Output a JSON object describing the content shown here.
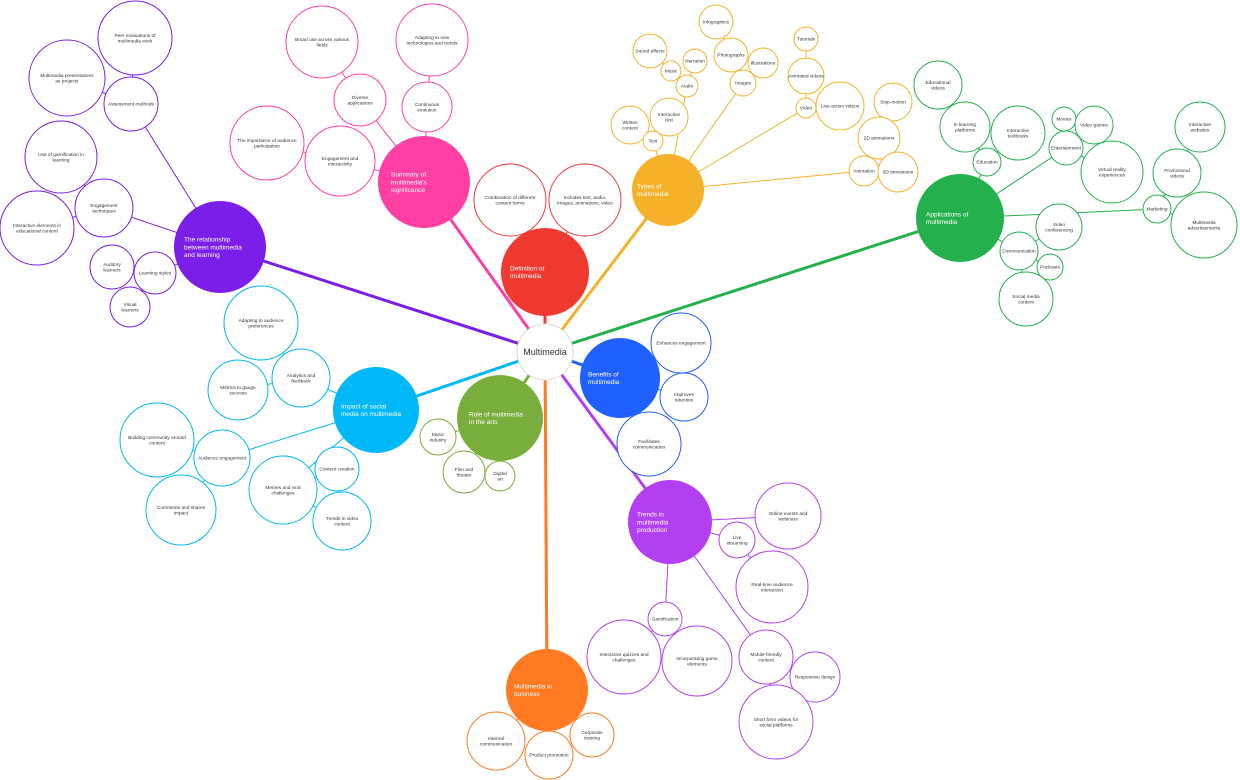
{
  "center": {
    "label": "Multimedia"
  },
  "colors": {
    "definition": "#f03a30",
    "types": "#f6b12a",
    "applications": "#24b14d",
    "benefits": "#2060ff",
    "trends": "#b340f0",
    "business": "#ff7a20",
    "arts": "#7aae3c",
    "social": "#00b8f8",
    "learning": "#7a1ee8",
    "significance": "#ff3fa4"
  },
  "branches": {
    "definition": {
      "label": "Definition of multimedia",
      "children": {
        "forms": "Combination of different content forms",
        "includes": "Includes text, audio, images, animations, video"
      }
    },
    "types": {
      "label": "Types of multimedia",
      "children": {
        "infographics": "Infographics",
        "sound_effects": "Sound effects",
        "narration": "Narration",
        "photographs": "Photographs",
        "illustrations": "Illustrations",
        "music": "Music",
        "audio": "Audio",
        "images": "Images",
        "interactive_text": "Interactive text",
        "written_content": "Written content",
        "text": "Text",
        "tutorials": "Tutorials",
        "animated_videos": "Animated videos",
        "video": "Video",
        "live_action": "Live-action videos",
        "stop_motion": "Stop-motion",
        "anim_2d": "2D animations",
        "animation": "Animation",
        "anim_3d": "3D animations"
      }
    },
    "applications": {
      "label": "Applications of multimedia",
      "children": {
        "educational_videos": "Educational videos",
        "elearning": "E-learning platforms",
        "interactive_textbooks": "Interactive textbooks",
        "education": "Education",
        "movies": "Movies",
        "video_games": "Video games",
        "entertainment": "Entertainment",
        "vr": "Virtual reality experiences",
        "interactive_websites": "Interactive websites",
        "promotional_videos": "Promotional videos",
        "marketing": "Marketing",
        "multimedia_ads": "Multimedia advertisements",
        "video_conferencing": "Video conferencing",
        "communication": "Communication",
        "podcasts": "Podcasts",
        "social_media_content": "Social media content"
      }
    },
    "benefits": {
      "label": "Benefits of multimedia",
      "children": {
        "engagement": "Enhances engagement",
        "retention": "Improves retention",
        "communication": "Facilitates communication"
      }
    },
    "trends": {
      "label": "Trends in multimedia production",
      "children": {
        "online_events": "Online events and webinars",
        "live_streaming": "Live streaming",
        "realtime_interaction": "Real-time audience interaction",
        "gamification": "Gamification",
        "quizzes": "Interactive quizzes and challenges",
        "game_elements": "Incorporating game elements",
        "mobile_friendly": "Mobile-friendly content",
        "responsive": "Responsive design",
        "short_form": "Short form videos for social platforms"
      }
    },
    "business": {
      "label": "Multimedia in business",
      "children": {
        "internal": "Internal communication",
        "corporate_training": "Corporate training",
        "product_promotion": "Product promotion"
      }
    },
    "arts": {
      "label": "Role of multimedia in the arts",
      "children": {
        "music_industry": "Music industry",
        "film_theater": "Film and theater",
        "digital_art": "Digital art"
      }
    },
    "social": {
      "label": "Impact of social media on multimedia",
      "children": {
        "adapting_prefs": "Adapting to audience preferences",
        "analytics": "Analytics and feedback",
        "metrics": "Metrics to gauge success",
        "community": "Building community around content",
        "audience_engagement": "Audience engagement",
        "content_creation": "Content creation",
        "memes": "Memes and viral challenges",
        "comments": "Comments and shares impact",
        "trends_video": "Trends in video content"
      }
    },
    "learning": {
      "label": "The relationship between multimedia and learning",
      "children": {
        "peer_evaluations": "Peer evaluations of multimedia work",
        "presentations": "Multimedia presentations as projects",
        "assessment": "Assessment methods",
        "gamification": "Use of gamification in learning",
        "engagement_techniques": "Engagement techniques",
        "interactive_elements": "Interactive elements in educational content",
        "auditory": "Auditory learners",
        "learning_styles": "Learning styles",
        "visual": "Visual learners"
      }
    },
    "significance": {
      "label": "Summary of multimedia's significance",
      "children": {
        "broad_use": "Broad use across various fields",
        "adapting_tech": "Adapting to new technologies and trends",
        "diverse_apps": "Diverse applications",
        "evolution": "Continuous evolution",
        "participation": "The importance of audience participation",
        "interactivity": "Engagement and interactivity"
      }
    }
  }
}
